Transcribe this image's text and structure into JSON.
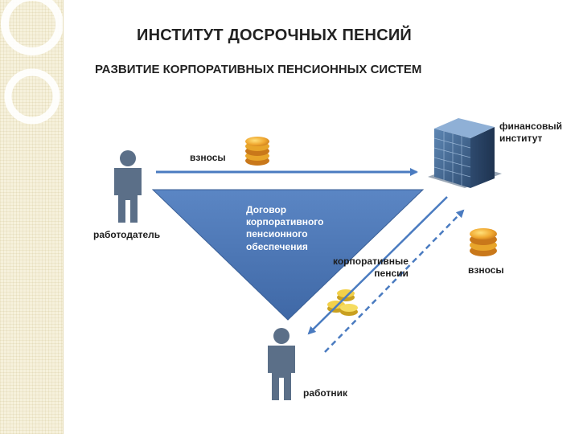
{
  "title": "ИНСТИТУТ ДОСРОЧНЫХ ПЕНСИЙ",
  "subtitle": "РАЗВИТИЕ КОРПОРАТИВНЫХ ПЕНСИОННЫХ СИСТЕМ",
  "nodes": {
    "employer": "работодатель",
    "employee": "работник",
    "financial_institution": "финансовый\nинститут"
  },
  "triangle": {
    "text": "Договор\nкорпоративного\nпенсионного\nобеспечения"
  },
  "flows": {
    "contributions_top": "взносы",
    "contributions_right": "взносы",
    "corporate_pensions": "корпоративные\nпенсии"
  },
  "colors": {
    "triangle_fill": "#4f7ab8",
    "arrow": "#4a7bc0",
    "person": "#5b6f88",
    "coin": "#e8a52a",
    "building": "#3c5e86"
  }
}
